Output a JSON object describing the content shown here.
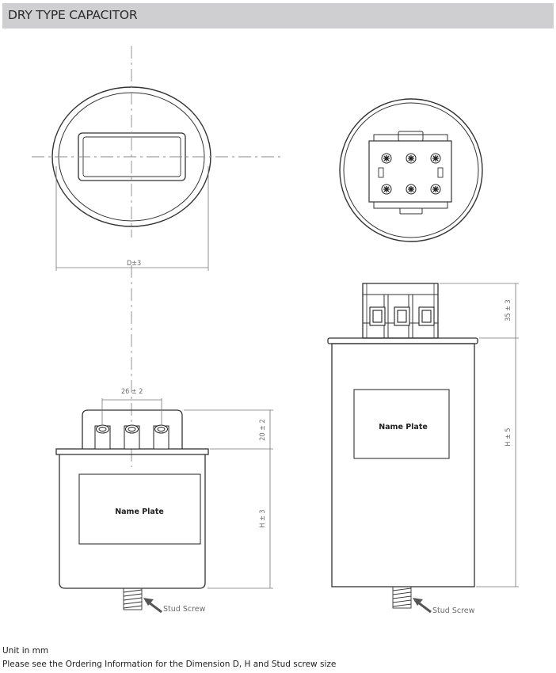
{
  "header": {
    "title": "DRY TYPE CAPACITOR"
  },
  "top_view_round": {
    "dimension_label": "D±3"
  },
  "front_view_small": {
    "terminal_spacing_label": "26 ± 2",
    "terminal_height_label": "20 ± 2",
    "body_height_label": "H ± 3",
    "name_plate_label": "Name Plate",
    "stud_label": "Stud Screw"
  },
  "front_view_large": {
    "terminal_height_label": "35 ± 3",
    "body_height_label": "H ± 5",
    "name_plate_label": "Name Plate",
    "stud_label": "Stud Screw"
  },
  "footer": {
    "unit_note": "Unit in mm",
    "ordering_note": "Please see the Ordering Information for the Dimension D, H and Stud screw size"
  }
}
